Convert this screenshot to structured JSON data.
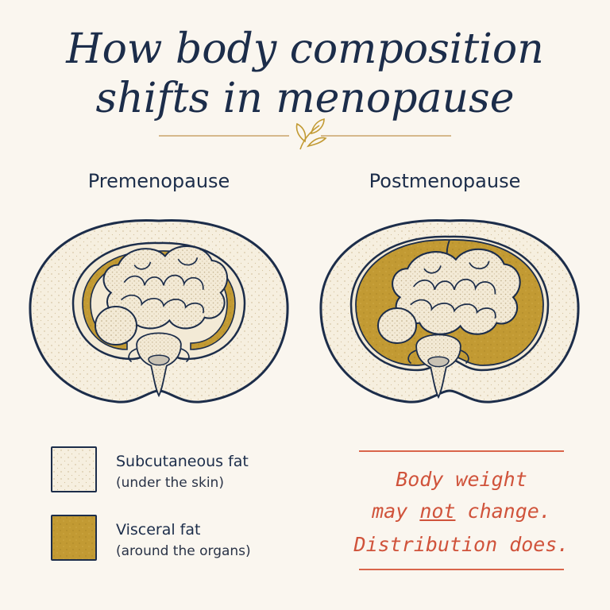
{
  "title": {
    "line1": "How body composition",
    "line2": "shifts in menopause"
  },
  "panels": {
    "left_label": "Premenopause",
    "right_label": "Postmenopause"
  },
  "legend": [
    {
      "label": "Subcutaneous fat",
      "sublabel": "(under the skin)",
      "color": "#f6efdf"
    },
    {
      "label": "Visceral fat",
      "sublabel": "(around the organs)",
      "color": "#c29a33"
    }
  ],
  "note": {
    "line1": "Body weight",
    "line2_pre": "may ",
    "line2_emph": "not",
    "line2_post": " change.",
    "line3": "Distribution does."
  },
  "colors": {
    "ink": "#1c2d4a",
    "background": "#faf6ef",
    "subcutaneous": "#f6efdf",
    "visceral": "#c29a33",
    "accent": "#d0533b"
  }
}
